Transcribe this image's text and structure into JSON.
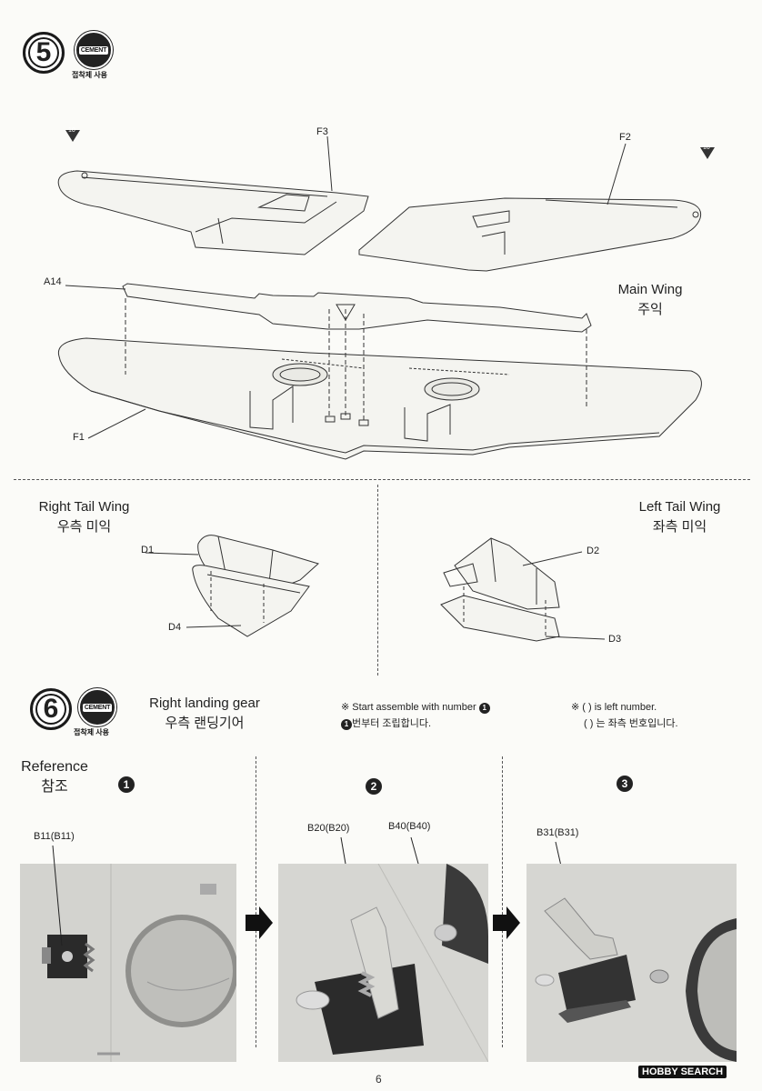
{
  "step5": {
    "number": "5",
    "cement_badge": "CEMENT",
    "cement_caption": "접착제 사용",
    "parts": {
      "f3": "F3",
      "f2": "F2",
      "a14": "A14",
      "f1": "F1",
      "marker_left": "10",
      "marker_right": "10"
    },
    "main_wing_en": "Main Wing",
    "main_wing_ko": "주익",
    "right_tail_en": "Right Tail Wing",
    "right_tail_ko": "우측 미익",
    "left_tail_en": "Left Tail Wing",
    "left_tail_ko": "좌측 미익",
    "d1": "D1",
    "d4": "D4",
    "d2": "D2",
    "d3": "D3"
  },
  "step6": {
    "number": "6",
    "cement_badge": "CEMENT",
    "cement_caption": "접착제 사용",
    "title_en": "Right landing gear",
    "title_ko": "우측 랜딩기어",
    "note1_en": "※ Start assemble with number",
    "note1_num": "1",
    "note1_ko_num": "1",
    "note1_ko": "번부터 조립합니다.",
    "note2_en": "※ (   ) is left number.",
    "note2_ko": "(   ) 는 좌측 번호입니다.",
    "reference_en": "Reference",
    "reference_ko": "참조",
    "sub1": "1",
    "sub2": "2",
    "sub3": "3",
    "b11": "B11(B11)",
    "b20": "B20(B20)",
    "b40": "B40(B40)",
    "b31": "B31(B31)"
  },
  "footer": {
    "page": "6",
    "watermark": "HOBBY SEARCH"
  }
}
